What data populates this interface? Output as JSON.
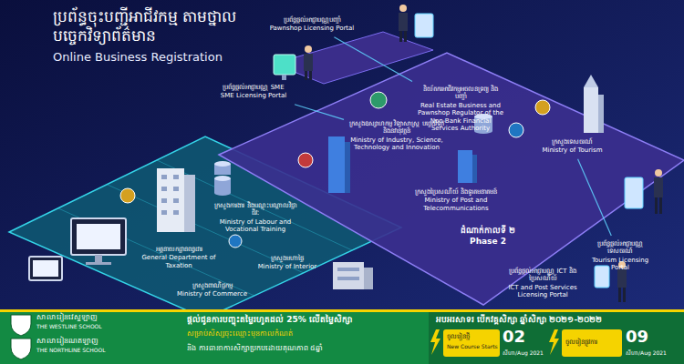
{
  "diagram": {
    "title": "ប្រព័ន្ធចុះបញ្ជីអាជីវកម្ម តាមថ្នាលបច្ចេកវិទ្យាព័ត៌មាន",
    "nodes": [
      {
        "text": [
          "ប្រព័ន្ធផ្តល់អាជ្ញាបណ្ណបញ្ចាំ",
          "Pawnshop Licensing Portal"
        ]
      },
      {
        "text": [
          "ប្រព័ន្ធផ្តល់អាជ្ញាបណ្ណ SME",
          "SME Licensing Portal"
        ]
      },
      {
        "text": [
          "ដំណាក់កាលទី ២",
          "Phase 2"
        ]
      },
      {
        "text": [
          "និយ័តករអាជីវកម្មអចលនទ្រព្យ និងបញ្ចាំ",
          "Real Estate Business and Pawnshop Regulator of the Non-Bank Financial Services Authority"
        ],
        "in": 2
      },
      {
        "text": [
          "ក្រសួងឧស្សាហកម្ម វិទ្យាសាស្ត្រ បច្ចេកវិទ្យា និងនវានុវត្តន៍",
          "Ministry of Industry, Science, Technology and Innovation"
        ],
        "in": 2
      },
      {
        "text": [
          "ក្រសួងទេសចរណ៍",
          "Ministry of Tourism"
        ],
        "in": 2
      },
      {
        "text": [
          "ក្រសួងប្រៃសណីយ៍ និងទូរគមនាគមន៍",
          "Ministry of Post and Telecommunications"
        ],
        "in": 2
      },
      {
        "text": [
          "ប្រព័ន្ធផ្តល់អាជ្ញាបណ្ណទេសចរណ៍",
          "Tourism Licensing Portal"
        ],
        "in": 2
      },
      {
        "text": [
          "ប្រព័ន្ធផ្តល់អាជ្ញាបណ្ណ ICT និងប្រៃសណីយ៍",
          "ICT and Post Services Licensing Portal"
        ],
        "in": 2
      },
      {
        "text": [
          "ក្រសួងការងារ និងបណ្តុះបណ្តាលវិជ្ជាជីវៈ",
          "Ministry of Labour and Vocational Training"
        ]
      },
      {
        "text": [
          "អគ្គនាយកដ្ឋានពន្ធដារ",
          "General Department of Taxation"
        ]
      },
      {
        "text": [
          "ក្រសួងមហាផ្ទៃ",
          "Ministry of Interior"
        ]
      },
      {
        "text": [
          "ក្រសួងពាណិជ្ជកម្ម",
          "Ministry of Commerce"
        ]
      }
    ],
    "edges": [
      {
        "from": 0,
        "to": 3,
        "arrow": "none"
      },
      {
        "from": 1,
        "to": 4,
        "arrow": "none"
      },
      {
        "from": 7,
        "to": 5,
        "arrow": "none"
      }
    ],
    "labels": [
      "Online Business Registration",
      "សាលារៀនវេស្ទឡាញ",
      "THE WESTLINE SCHOOL",
      "សាលារៀនណតឡាញ",
      "THE NORTHLINE SCHOOL",
      "ផ្តល់ជូនការបញ្ចុះតម្លៃរហូតដល់ 25% លើតម្លៃសិក្សា",
      "សម្រាប់សិស្សចុះឈ្មោះមុនកាលកំណត់",
      "និង ការធានាការសិក្សាប្រកបដោយគុណភាព ៥ឆ្នាំ",
      "អបអរសាទរ បើកវគ្គសិក្សា ឆ្នាំសិក្សា ២០២១-២០២២",
      "ចូលរៀនថ្មី",
      "New Course Starts",
      "02",
      "សីហា/Aug 2021",
      "ចូលរៀនផ្លូវការ",
      "09",
      "សីហា/Aug 2021"
    ]
  }
}
